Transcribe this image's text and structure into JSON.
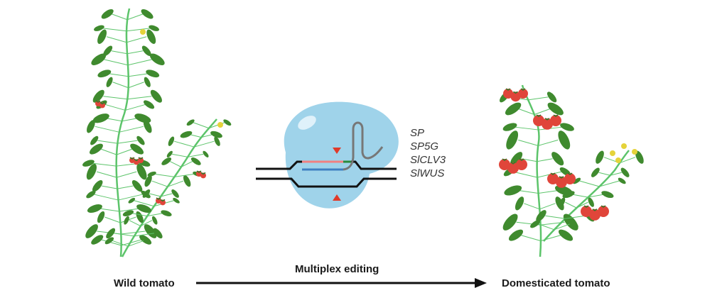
{
  "labels": {
    "wild": "Wild tomato",
    "process": "Multiplex editing",
    "domesticated": "Domesticated tomato"
  },
  "genes": [
    "SP",
    "SP5G",
    "SlCLV3",
    "SlWUS"
  ],
  "colors": {
    "leaf": "#3f8a2e",
    "stem": "#5cc46a",
    "fruit": "#e0453a",
    "cas9": "#9fd3ea",
    "guide_rna": "#f08080",
    "target_strand": "#3f7fc0",
    "cut_marker": "#e03a2a"
  }
}
